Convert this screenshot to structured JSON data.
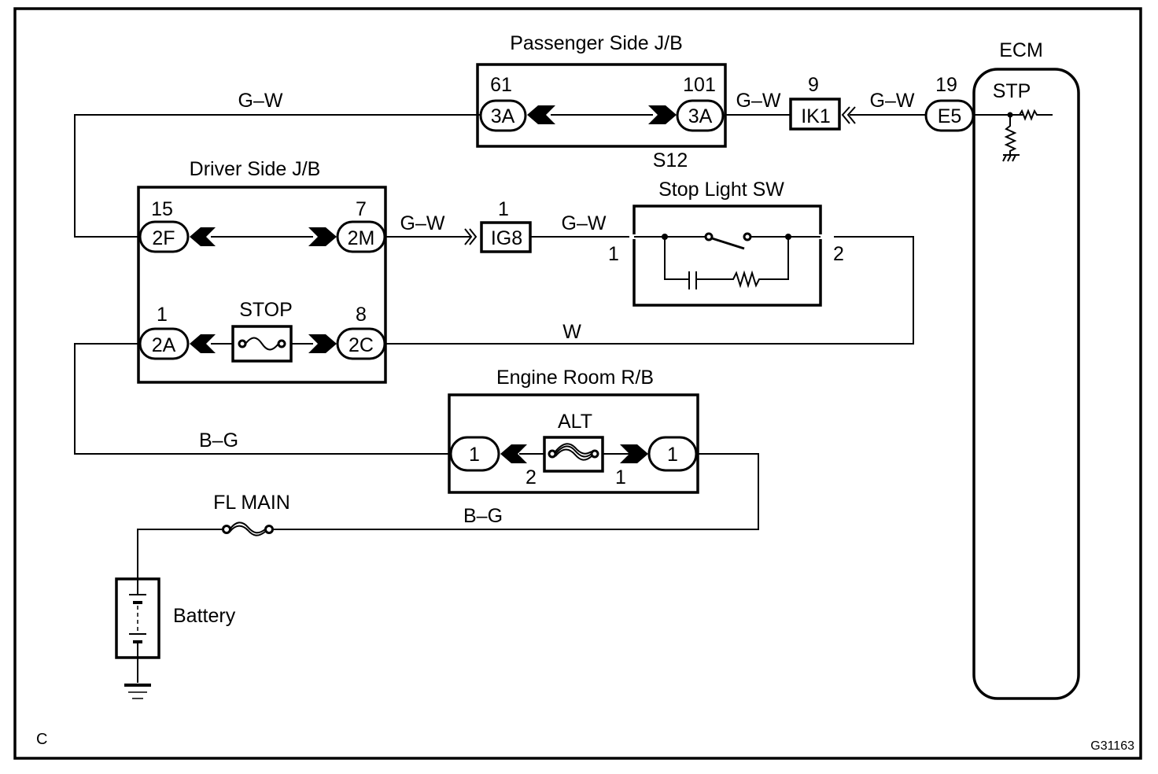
{
  "figure": {
    "corner_label": "C",
    "figure_id": "G31163"
  },
  "components": {
    "passenger_jb": {
      "title": "Passenger Side J/B",
      "left_pin": "61",
      "left_conn": "3A",
      "right_pin": "101",
      "right_conn": "3A",
      "splice": "S12"
    },
    "driver_jb": {
      "title": "Driver Side J/B",
      "pin_2f": "15",
      "conn_2f": "2F",
      "pin_2m": "7",
      "conn_2m": "2M",
      "pin_2a": "1",
      "conn_2a": "2A",
      "pin_2c": "8",
      "conn_2c": "2C",
      "fuse": "STOP"
    },
    "ik1": {
      "pin": "9",
      "label": "IK1"
    },
    "ecm": {
      "title": "ECM",
      "pin": "19",
      "conn": "E5",
      "terminal": "STP"
    },
    "ig8": {
      "pin": "1",
      "label": "IG8"
    },
    "stop_light_sw": {
      "title": "Stop Light SW",
      "pin_in": "1",
      "pin_out": "2"
    },
    "engine_room_rb": {
      "title": "Engine Room R/B",
      "fuse": "ALT",
      "left_conn": "1",
      "right_conn": "1",
      "left_pin": "2",
      "right_pin": "1"
    },
    "fl_main": {
      "label": "FL MAIN"
    },
    "battery": {
      "label": "Battery"
    }
  },
  "wires": {
    "gw_top_left": "G–W",
    "gw_pjb_ik1": "G–W",
    "gw_ik1_ecm": "G–W",
    "gw_2m_ig8": "G–W",
    "gw_ig8_sw": "G–W",
    "w_sw_2c": "W",
    "bg_2a_alt": "B–G",
    "bg_alt_flmain": "B–G"
  }
}
